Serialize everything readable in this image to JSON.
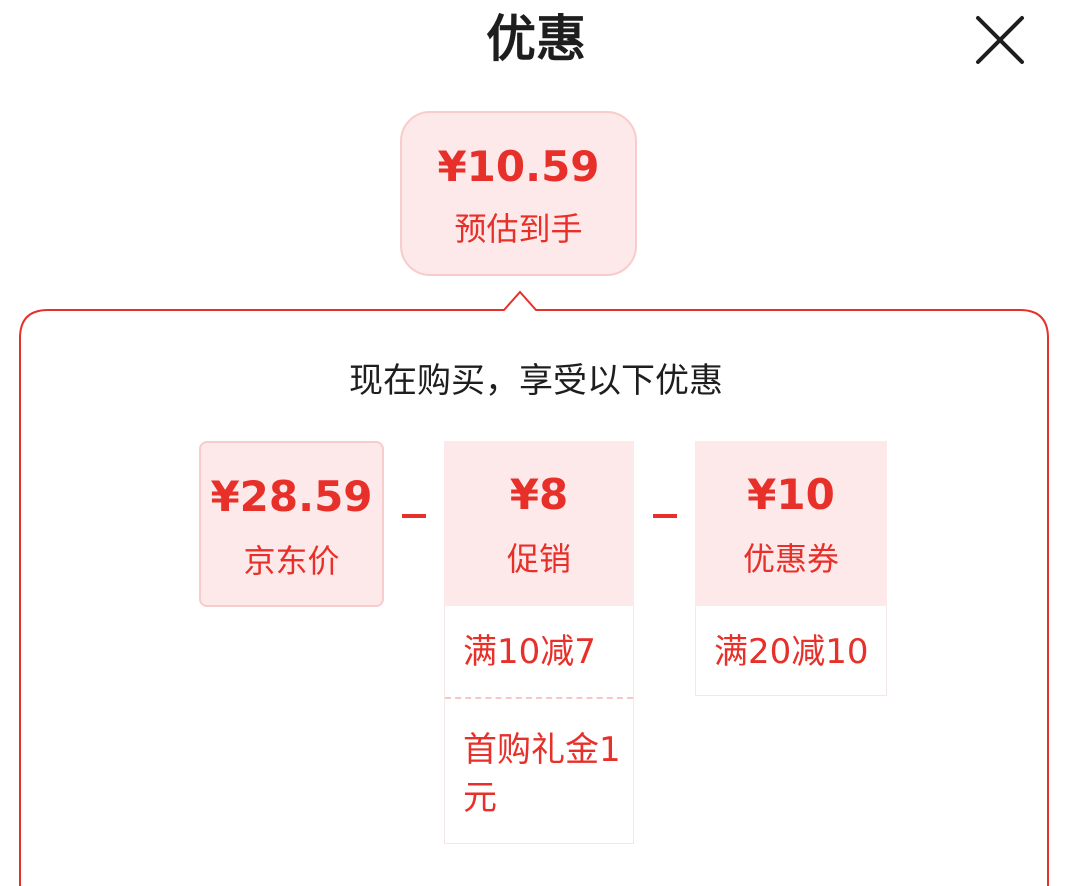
{
  "header": {
    "title": "优惠",
    "close_icon": "close-icon"
  },
  "estimate": {
    "price": "¥10.59",
    "label": "预估到手"
  },
  "panel": {
    "subtitle": "现在购买，享受以下优惠",
    "items": [
      {
        "amount": "¥28.59",
        "name": "京东价"
      },
      {
        "amount": "¥8",
        "name": "促销",
        "details": [
          "满10减7",
          "首购礼金1元"
        ]
      },
      {
        "amount": "¥10",
        "name": "优惠券",
        "details": [
          "满20减10"
        ]
      }
    ],
    "operator": "-"
  },
  "colors": {
    "accent": "#e8302a",
    "card_bg": "#fde9e9",
    "card_border": "#f9cccc"
  }
}
